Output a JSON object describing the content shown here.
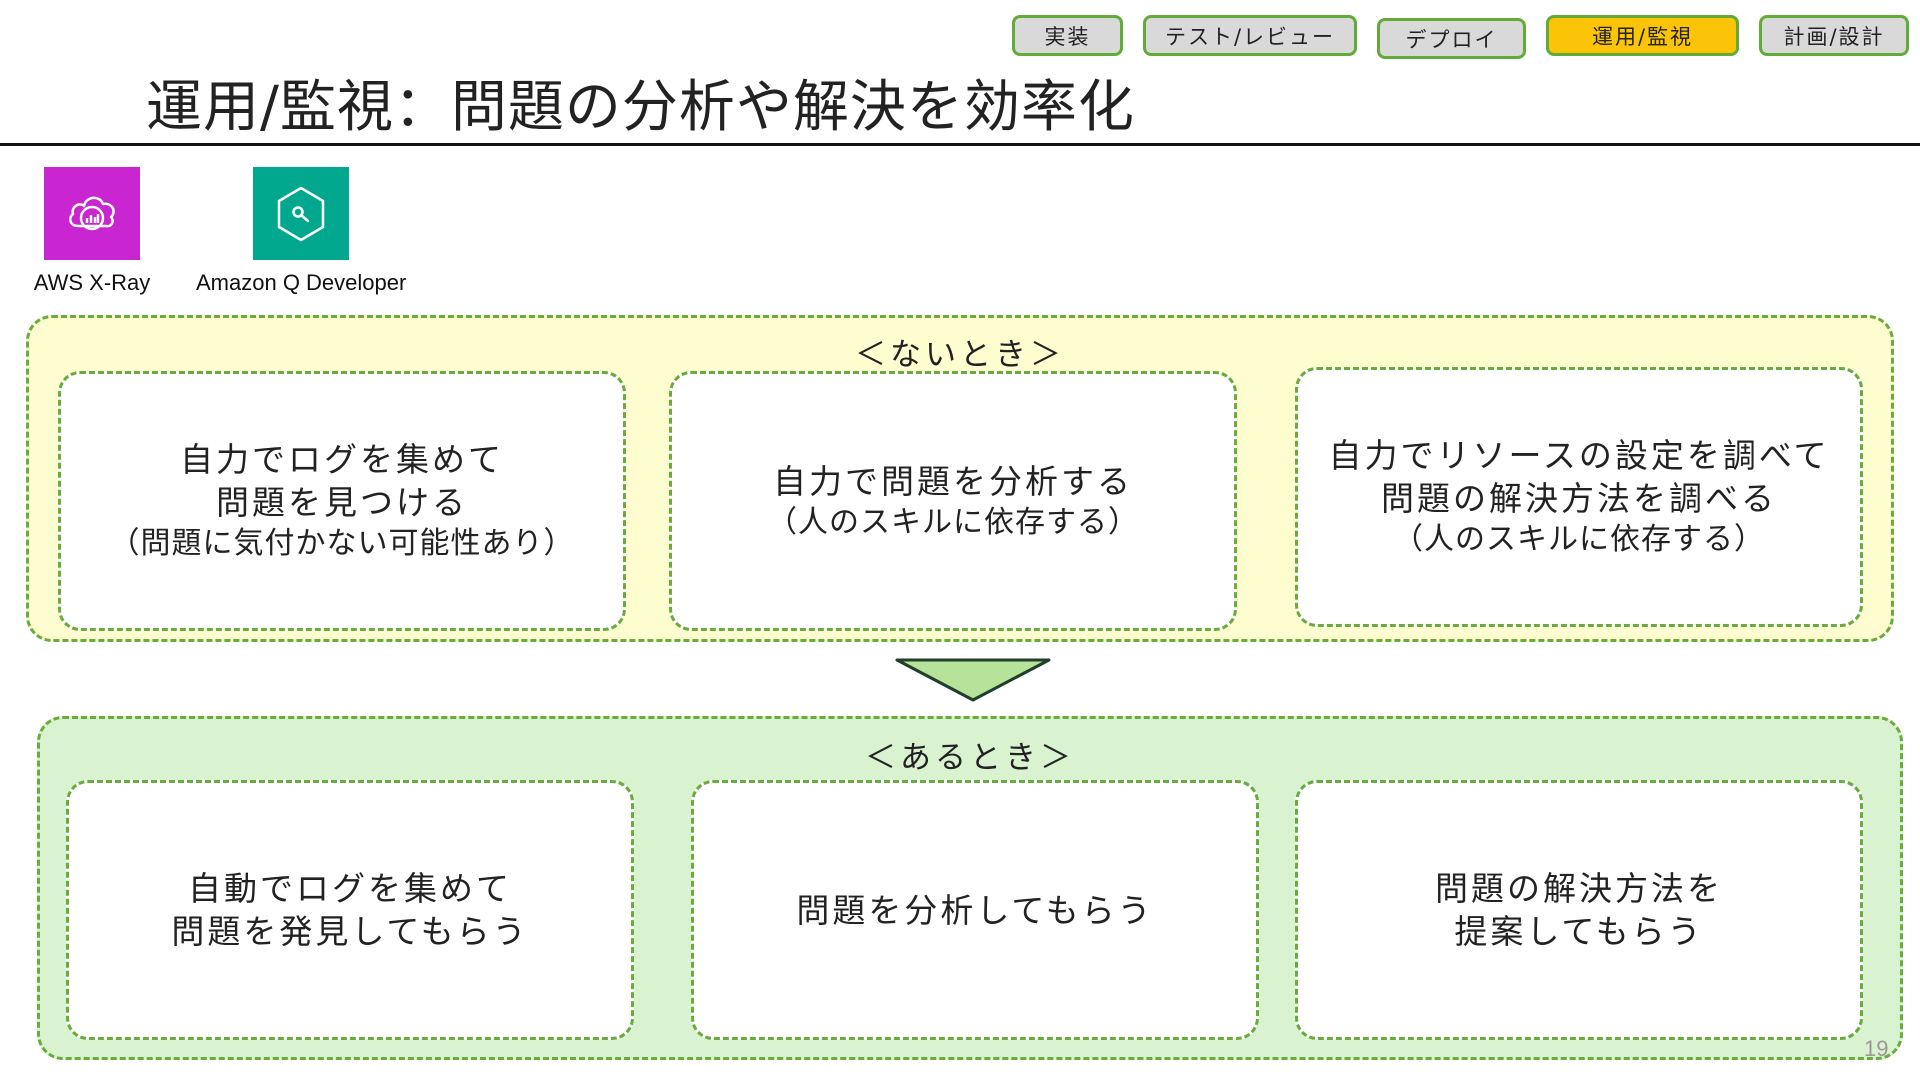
{
  "steps": [
    {
      "label": "実装",
      "active": false
    },
    {
      "label": "テスト/レビュー",
      "active": false
    },
    {
      "label": "デプロイ",
      "active": false
    },
    {
      "label": "運用/監視",
      "active": true
    },
    {
      "label": "計画/設計",
      "active": false
    }
  ],
  "colors": {
    "tab_default": "#d9d9d9",
    "tab_active": "#fbc406",
    "tab_border": "#62ab38",
    "panel_without_bg": "#fefdd0",
    "panel_with_bg": "#d9f2cf",
    "dashed_border": "#6aab3e",
    "arrow_fill": "#b7e29a",
    "xray_icon_bg": "#c925d1",
    "q_icon_bg": "#01a88d"
  },
  "title": "運用/監視：問題の分析や解決を効率化",
  "services": [
    {
      "label": "AWS X-Ray",
      "icon": "xray-cloud-chart-icon"
    },
    {
      "label": "Amazon Q Developer",
      "icon": "q-developer-hexagon-icon"
    }
  ],
  "without": {
    "heading": "＜ないとき＞",
    "cards": [
      {
        "lines": [
          "自力でログを集めて",
          "問題を見つける"
        ],
        "note": "（問題に気付かない可能性あり）"
      },
      {
        "lines": [
          "自力で問題を分析する"
        ],
        "note": "（人のスキルに依存する）"
      },
      {
        "lines": [
          "自力でリソースの設定を調べて",
          "問題の解決方法を調べる"
        ],
        "note": "（人のスキルに依存する）"
      }
    ]
  },
  "with": {
    "heading": "＜あるとき＞",
    "cards": [
      {
        "lines": [
          "自動でログを集めて",
          "問題を発見してもらう"
        ]
      },
      {
        "lines": [
          "問題を分析してもらう"
        ]
      },
      {
        "lines": [
          "問題の解決方法を",
          "提案してもらう"
        ]
      }
    ]
  },
  "page_number": "19"
}
